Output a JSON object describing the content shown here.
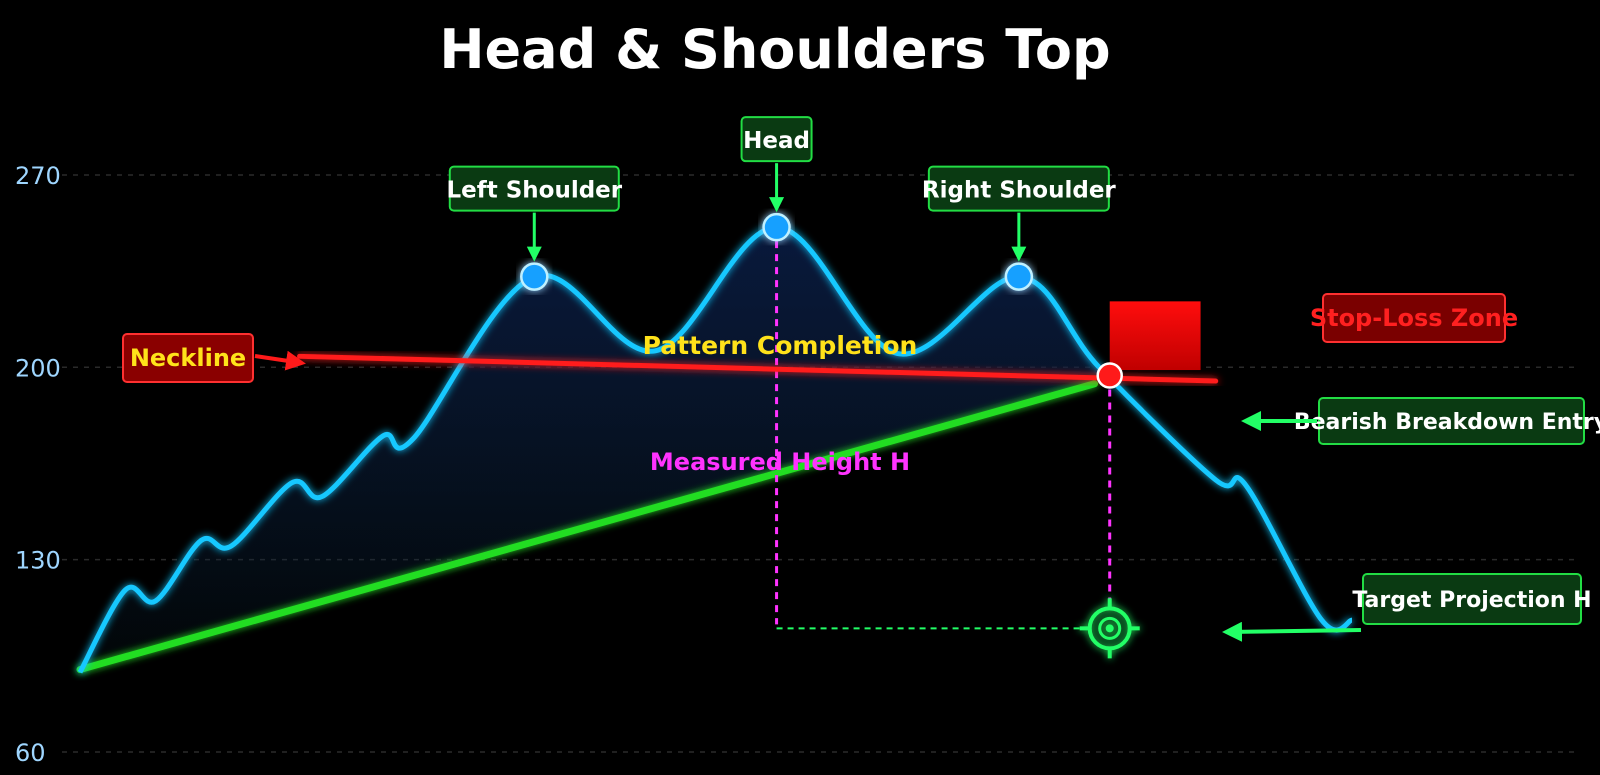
{
  "chart_data": {
    "type": "line",
    "title": "Head & Shoulders Top",
    "xlabel": "",
    "ylabel": "",
    "ylim": [
      60,
      290
    ],
    "y_ticks": [
      270,
      200,
      130,
      60
    ],
    "grid": true,
    "colors": {
      "price": "#19c8ff",
      "neckline": "#ff1a1a",
      "trendline": "#22dd22",
      "measure": "#ff33ff",
      "target": "#22ff66",
      "label_green_bg": "#0a3a12",
      "label_red_bg": "#8a0000",
      "yellow_text": "#ffe21a"
    },
    "price_series": {
      "points": [
        [
          0,
          89
        ],
        [
          3,
          119
        ],
        [
          5,
          115
        ],
        [
          8,
          137
        ],
        [
          10,
          135
        ],
        [
          14,
          158
        ],
        [
          16,
          153
        ],
        [
          20,
          175
        ],
        [
          22,
          174
        ],
        [
          30,
          233
        ],
        [
          38,
          206
        ],
        [
          46,
          251
        ],
        [
          54,
          205
        ],
        [
          62,
          233
        ],
        [
          67.3,
          200
        ],
        [
          75,
          159
        ],
        [
          77,
          157
        ],
        [
          82,
          108
        ],
        [
          84,
          108
        ]
      ]
    },
    "peaks": [
      {
        "name": "left-shoulder",
        "label": "Left Shoulder",
        "x": 30,
        "y": 233
      },
      {
        "name": "head",
        "label": "Head",
        "x": 46,
        "y": 251
      },
      {
        "name": "right-shoulder",
        "label": "Right Shoulder",
        "x": 62,
        "y": 233
      }
    ],
    "neckline": {
      "label": "Neckline",
      "from": [
        14.5,
        204
      ],
      "to": [
        75,
        195
      ]
    },
    "trendline": {
      "from": [
        0,
        90
      ],
      "to": [
        67,
        194
      ]
    },
    "breakdown": {
      "x": 68,
      "y": 197,
      "label": "Bearish Breakdown Entry"
    },
    "stop_loss": {
      "label": "Stop-Loss Zone",
      "x0": 68,
      "x1": 74,
      "y0": 199,
      "y1": 224
    },
    "pattern_completion_label": "Pattern Completion",
    "measured_height_label": "Measured Height H",
    "target": {
      "label": "Target Projection H",
      "x": 68,
      "y": 105
    }
  }
}
